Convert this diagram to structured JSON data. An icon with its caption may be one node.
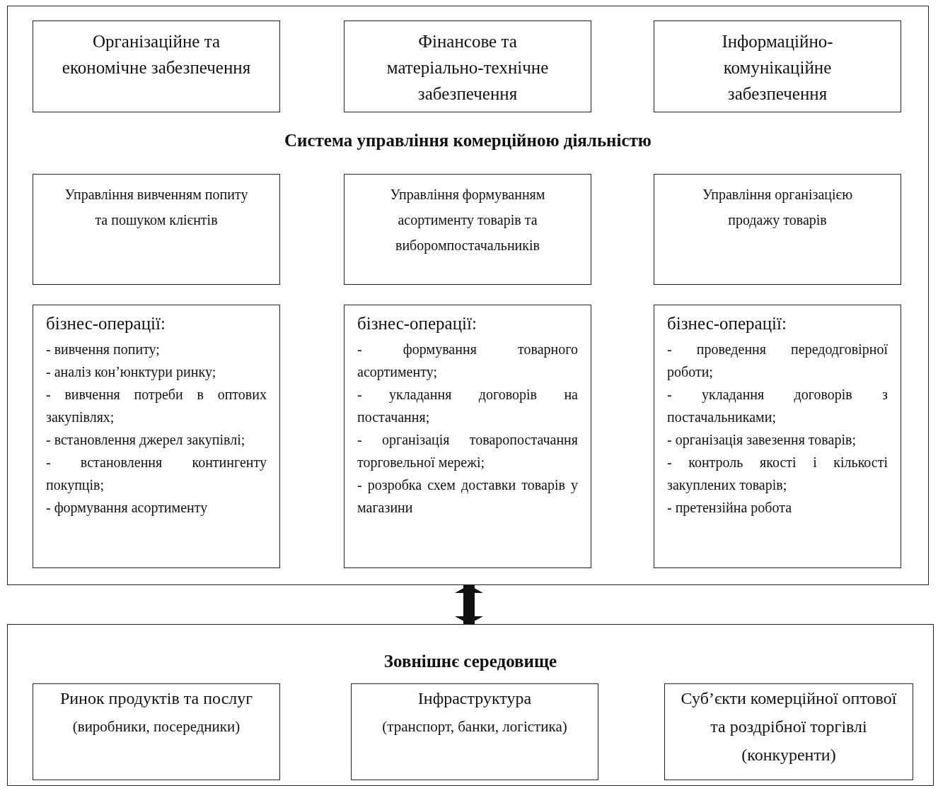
{
  "diagram": {
    "nodes": [
      {
        "text": [
          "Система управління комерційною діяльністю"
        ]
      },
      {
        "text": [
          "Організаційне та економічне забезпечення"
        ],
        "in": 0
      },
      {
        "text": [
          "Фінансове та матеріально-технічне забезпечення"
        ],
        "in": 0
      },
      {
        "text": [
          "Інформаційно-комунікаційне забезпечення"
        ],
        "in": 0
      },
      {
        "text": [
          "Управління вивченням попиту та пошуком клієнтів"
        ],
        "in": 0
      },
      {
        "text": [
          "Управління формуванням асортименту товарів та виборомпостачальників"
        ],
        "in": 0
      },
      {
        "text": [
          "Управління організацією продажу товарів"
        ],
        "in": 0
      },
      {
        "text": [
          "бізнес-операції:",
          "- вивчення попиту;",
          "- аналіз кон’юнктури ринку;",
          "- вивчення потреби в оптових закупівлях;",
          "- встановлення джерел закупівлі;",
          "- встановлення контингенту покупців;",
          "- формування асортименту"
        ],
        "in": 0
      },
      {
        "text": [
          "бізнес-операції:",
          "- формування товарного асортименту;",
          "- укладання договорів на постачання;",
          "- організація товаропостачання торговельної мережі;",
          "- розробка схем доставки товарів у магазини"
        ],
        "in": 0
      },
      {
        "text": [
          "бізнес-операції:",
          "- проведення передодговірної роботи;",
          "- укладання договорів з постачальниками;",
          "- організація завезення товарів;",
          "- контроль якості і кількості закуплених товарів;",
          "- претензійна робота"
        ],
        "in": 0
      },
      {
        "text": [
          "Зовнішнє середовище"
        ]
      },
      {
        "text": [
          "Ринок продуктів та послуг",
          "(виробники, посередники)"
        ],
        "in": 10
      },
      {
        "text": [
          "Інфраструктура",
          "(транспорт, банки, логістика)"
        ],
        "in": 10
      },
      {
        "text": [
          "Суб’єкти комерційної оптової та роздрібної торгівлі (конкуренти)"
        ],
        "in": 10
      }
    ],
    "edges": [
      {
        "from": 0,
        "to": 10,
        "arrow": "both"
      }
    ]
  }
}
